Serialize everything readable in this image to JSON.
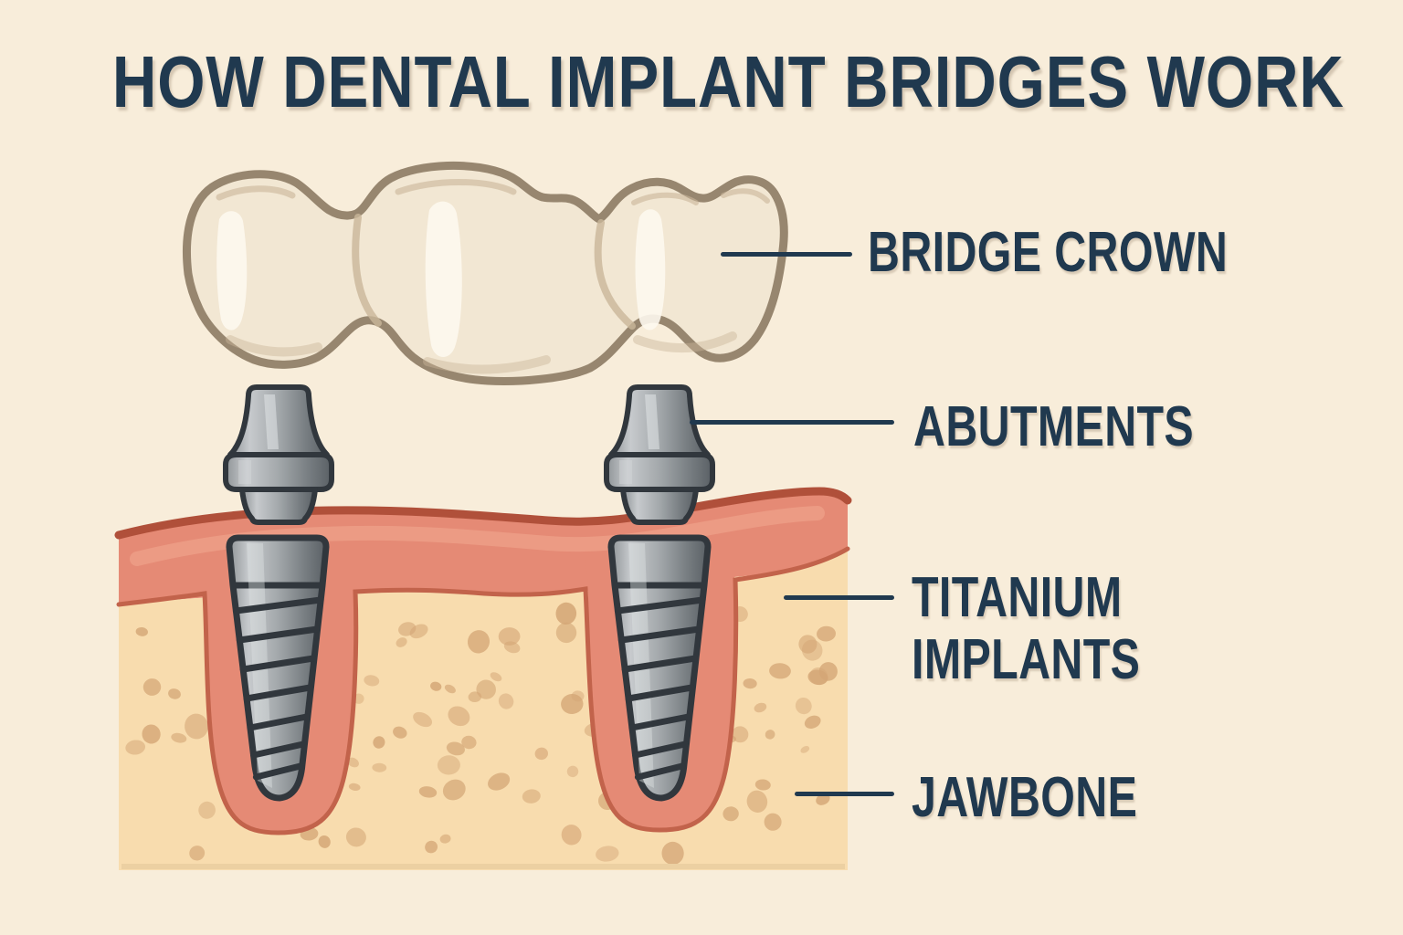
{
  "title": "HOW DENTAL IMPLANT BRIDGES WORK",
  "labels": {
    "bridge_crown": "BRIDGE CROWN",
    "abutments": "ABUTMENTS",
    "titanium_implants": "TITANIUM\nIMPLANTS",
    "jawbone": "JAWBONE"
  },
  "diagram_parts": [
    "Bridge crown (three fused tooth crowns)",
    "Two abutments",
    "Two titanium screw implants",
    "Gum tissue band",
    "Jawbone cross-section with trabecular spots"
  ],
  "colors": {
    "background": "#f8edda",
    "navy": "#20394f",
    "tooth-fill": "#f2e7d3",
    "tooth-outline": "#97866f",
    "tooth-shadow": "#c9b69a",
    "tooth-highlight": "#fdf8ee",
    "gum-fill": "#e58a75",
    "gum-outline": "#b0503a",
    "gum-boundary": "#c2634b",
    "gum-highlight": "#f2a98f",
    "bone-fill": "#f8dcae",
    "bone-spot": "#d4a676",
    "bone-edge": "#ecd0a2",
    "metal-outline": "#31373d"
  }
}
